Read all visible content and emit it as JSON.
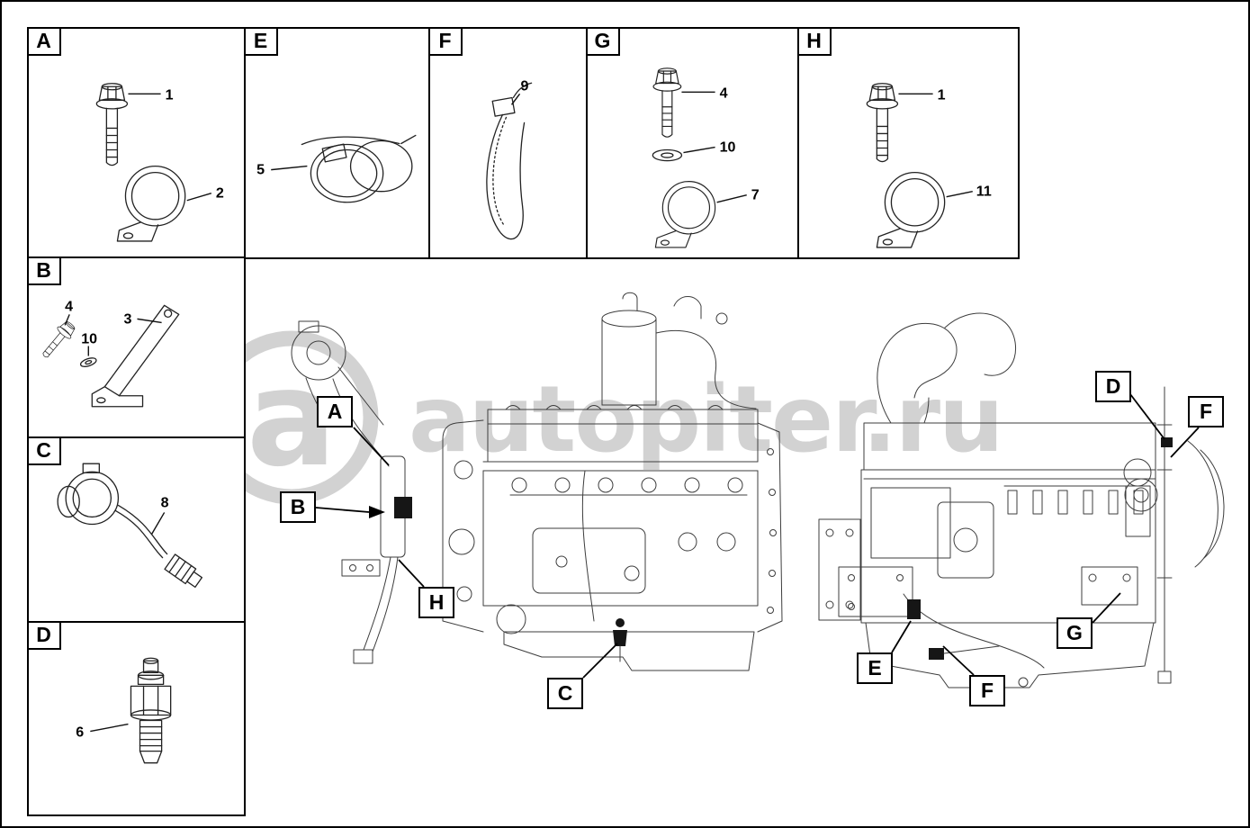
{
  "page": {
    "background": "#ffffff",
    "line_color": "#000000"
  },
  "watermark": {
    "logo_letter": "a",
    "text": "autopiter.ru",
    "color": "#d2d2d2"
  },
  "panels": {
    "a": {
      "letter": "A",
      "bolt_label": "1",
      "clamp_label": "2"
    },
    "b": {
      "letter": "B",
      "bolt_label": "4",
      "washer_label": "10",
      "bracket_label": "3"
    },
    "c": {
      "letter": "C",
      "sensor_label": "8"
    },
    "d": {
      "letter": "D",
      "sensor_label": "6"
    },
    "e": {
      "letter": "E",
      "clip_label": "5"
    },
    "f": {
      "letter": "F",
      "tie_label": "9"
    },
    "g": {
      "letter": "G",
      "bolt_label": "4",
      "washer_label": "10",
      "clamp_label": "7"
    },
    "h": {
      "letter": "H",
      "bolt_label": "1",
      "clamp_label": "11"
    }
  },
  "callouts": {
    "a": "A",
    "b": "B",
    "c": "C",
    "d": "D",
    "e": "E",
    "f_right": "F",
    "f_bottom": "F",
    "g": "G",
    "h": "H"
  }
}
